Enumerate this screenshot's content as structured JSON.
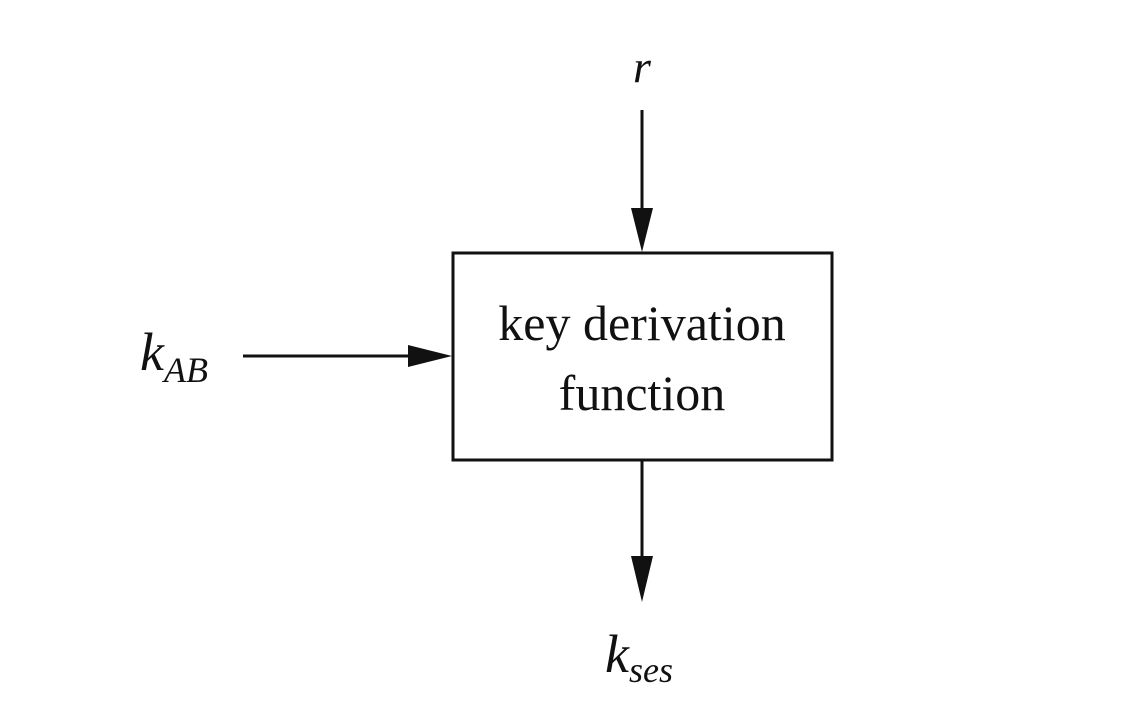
{
  "diagram": {
    "box": {
      "line1": "key derivation",
      "line2": "function"
    },
    "inputs": {
      "top": {
        "main": "r"
      },
      "left": {
        "main": "k",
        "sub": "AB"
      }
    },
    "output": {
      "main": "k",
      "sub": "ses"
    },
    "colors": {
      "stroke": "#111111",
      "background": "#ffffff"
    }
  }
}
